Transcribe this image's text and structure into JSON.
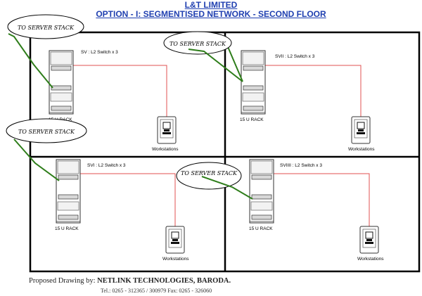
{
  "header": {
    "company": "L&T LIMITED",
    "subtitle": "OPTION - I: SEGMENTISED NETWORK - SECOND FLOOR"
  },
  "footer": {
    "prefix": "Proposed Drawing by: ",
    "company": "NETLINK TECHNOLOGIES, BARODA.",
    "contact": "Tel.: 0265 - 312365 / 300979 Fax: 0265 - 326060"
  },
  "labels": {
    "server_stack": "TO SERVER STACK",
    "rack": "15 U RACK",
    "workstations": "Workstations"
  },
  "segments": [
    {
      "name": "SV : L2 Switch x 3"
    },
    {
      "name": "SVII : L2 Switch x 3"
    },
    {
      "name": "SVI : L2 Switch x 3"
    },
    {
      "name": "SVIIII : L2 Switch x 3"
    }
  ],
  "colors": {
    "title": "#1f3fb0",
    "frame": "#000000",
    "uplink": "#2e7d1a",
    "cable": "#e05050"
  }
}
